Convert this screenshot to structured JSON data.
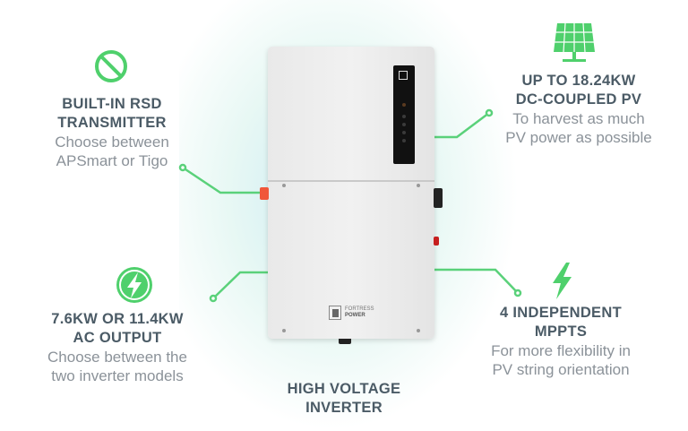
{
  "colors": {
    "accent": "#4fd06c",
    "heading": "#4b5b66",
    "body": "#8b9299"
  },
  "features": [
    {
      "icon": "no-sign-icon",
      "title": [
        "BUILT-IN RSD",
        "TRANSMITTER"
      ],
      "body": [
        "Choose between",
        "APSmart or Tigo"
      ]
    },
    {
      "icon": "solar-panel-icon",
      "title": [
        "UP TO 18.24KW",
        "DC-COUPLED PV"
      ],
      "body": [
        "To harvest as much",
        "PV power as possible"
      ]
    },
    {
      "icon": "lightning-circle-icon",
      "title": [
        "7.6KW OR 11.4KW",
        "AC OUTPUT"
      ],
      "body": [
        "Choose between the",
        "two inverter models"
      ]
    },
    {
      "icon": "lightning-icon",
      "title": [
        "4 INDEPENDENT",
        "MPPTS"
      ],
      "body": [
        "For more flexibility in",
        "PV string orientation"
      ]
    }
  ],
  "product": {
    "caption": [
      "HIGH VOLTAGE",
      "INVERTER"
    ],
    "brand": [
      "FORTRESS",
      "POWER"
    ]
  }
}
